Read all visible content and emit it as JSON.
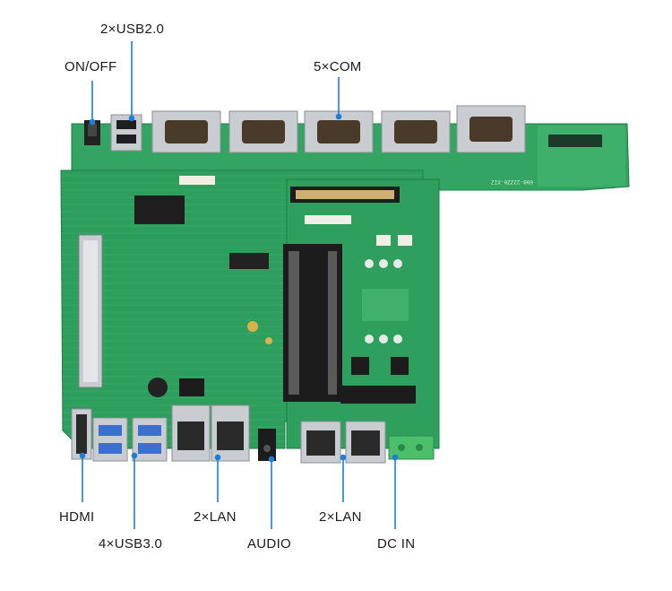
{
  "labels": {
    "usb2": "2×USB2.0",
    "onoff": "ON/OFF",
    "com": "5×COM",
    "hdmi": "HDMI",
    "usb3": "4×USB3.0",
    "lan_left": "2×LAN",
    "audio": "AUDIO",
    "lan_right": "2×LAN",
    "dcin": "DC IN"
  },
  "colors": {
    "pcb": "#2e9e5c",
    "pcb_dark": "#1d7c44",
    "leader": "#1e7fd6",
    "port_metal": "#c9ccd0",
    "com_body": "#4a3a2a",
    "usb3_blue": "#3b6fd0",
    "terminal": "#4cbf6a"
  }
}
